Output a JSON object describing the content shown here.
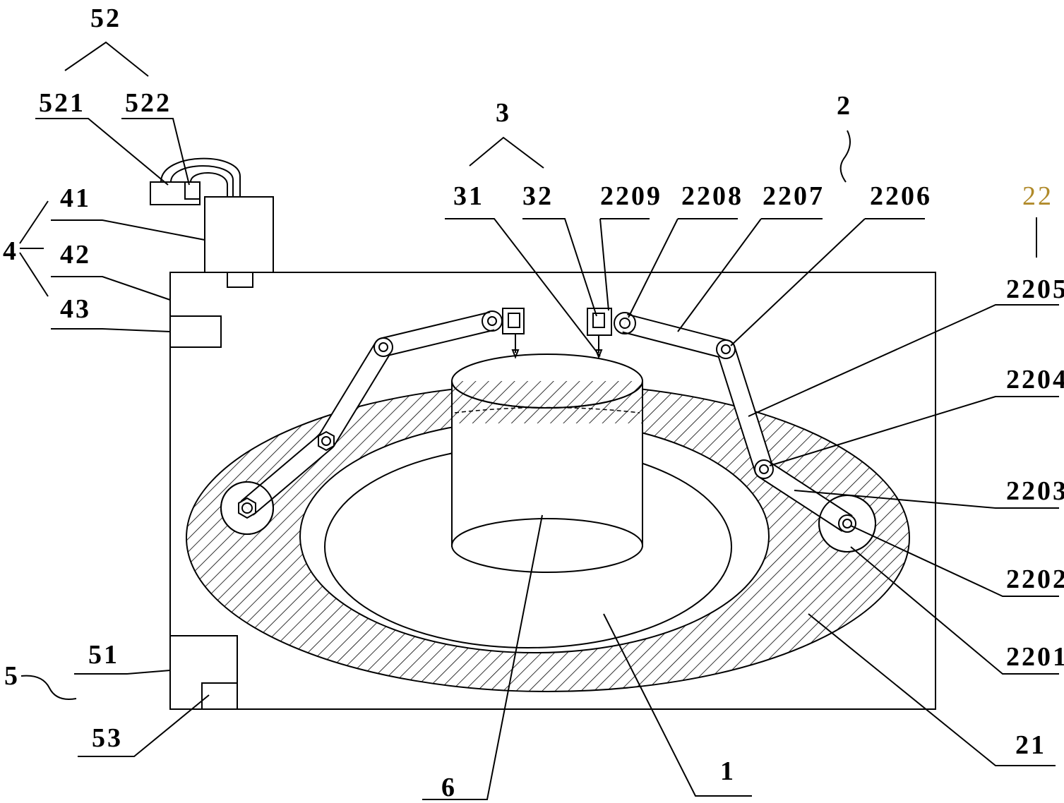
{
  "figure": {
    "labels": {
      "l52": "52",
      "l521": "521",
      "l522": "522",
      "l3": "3",
      "l31": "31",
      "l32": "32",
      "l2": "2",
      "l22": "22",
      "l2209": "2209",
      "l2208": "2208",
      "l2207": "2207",
      "l2206": "2206",
      "l2205": "2205",
      "l2204": "2204",
      "l2203": "2203",
      "l2202": "2202",
      "l2201": "2201",
      "l4": "4",
      "l41": "41",
      "l42": "42",
      "l43": "43",
      "l5": "5",
      "l51": "51",
      "l53": "53",
      "l21": "21",
      "l6": "6",
      "l1": "1"
    }
  }
}
